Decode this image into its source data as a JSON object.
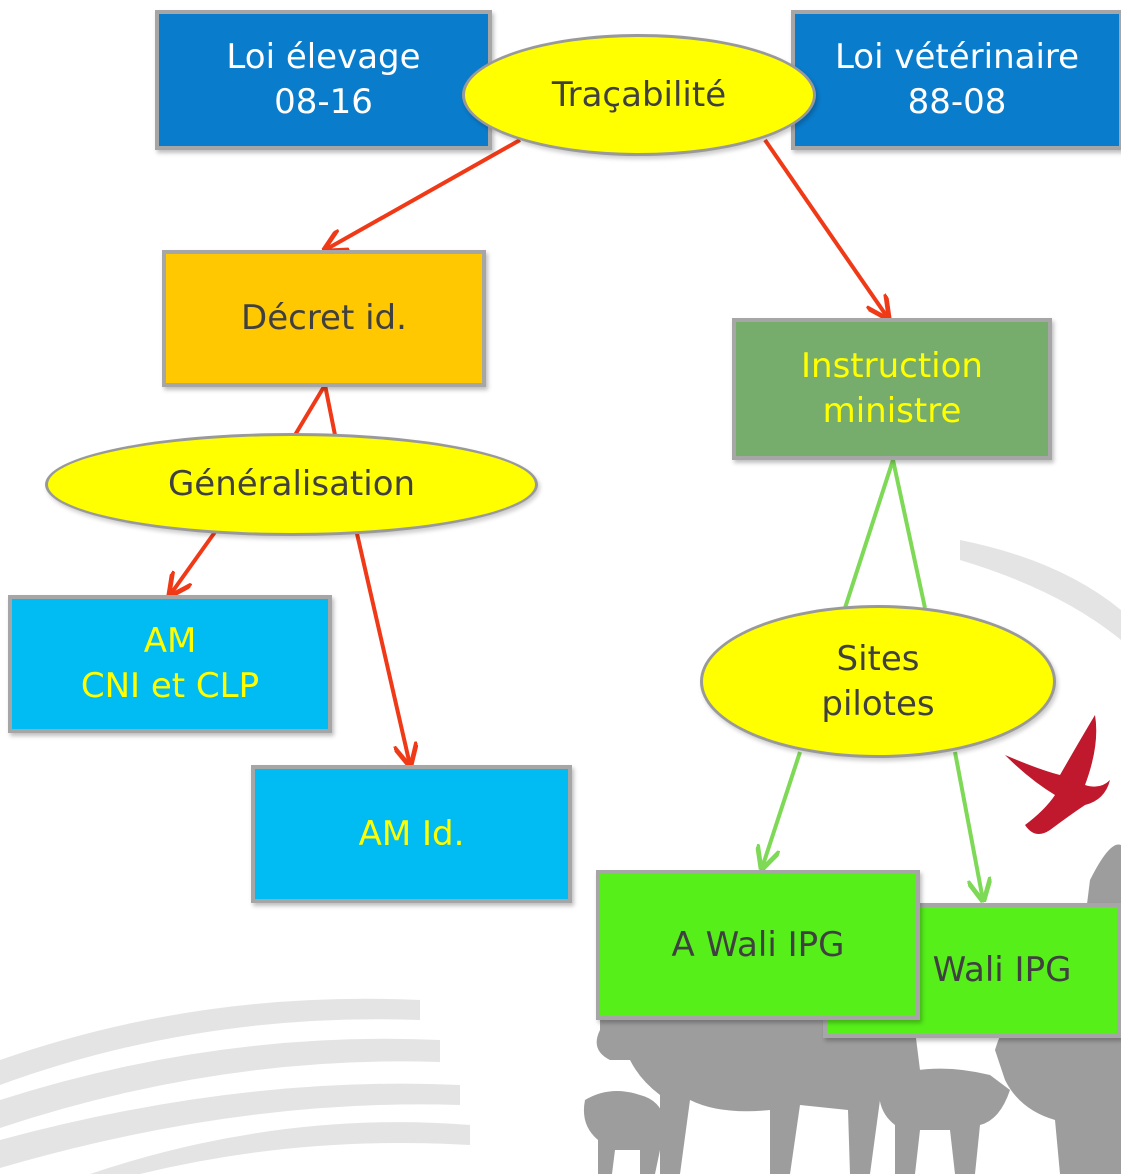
{
  "nodes": {
    "loi_elevage": {
      "line1": "Loi élevage",
      "line2": "08-16"
    },
    "loi_veterinaire": {
      "line1": "Loi vétérinaire",
      "line2": "88-08"
    },
    "tracabilite": {
      "label": "Traçabilité"
    },
    "decret": {
      "label": "Décret id."
    },
    "instruction": {
      "line1": "Instruction",
      "line2": "ministre"
    },
    "generalisation": {
      "label": "Généralisation"
    },
    "am_cni": {
      "line1": "AM",
      "line2": "CNI et CLP"
    },
    "am_id": {
      "label": "AM Id."
    },
    "sites_pilotes": {
      "line1": "Sites",
      "line2": "pilotes"
    },
    "a_wali": {
      "label": "A Wali IPG"
    },
    "wali": {
      "label": "Wali IPG"
    }
  },
  "colors": {
    "law_box": "#0a7ccc",
    "decree_box": "#ffc800",
    "instruction_box": "#77ad6c",
    "arrete_box": "#00bcf2",
    "pilot_box": "#56ef1a",
    "ellipse": "#ffff00",
    "red_arrow": "#f03a17",
    "green_arrow": "#7ed957"
  }
}
